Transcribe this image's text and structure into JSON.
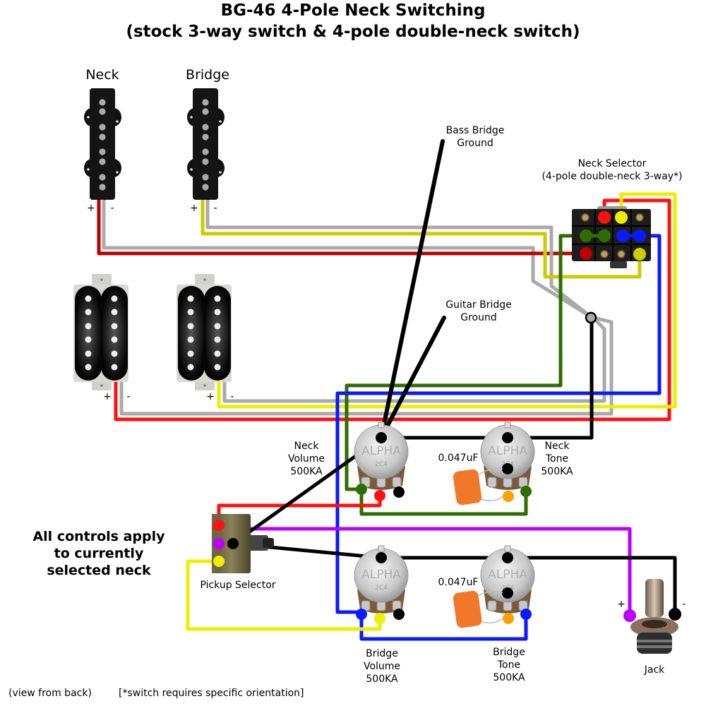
{
  "title": {
    "line1": "BG-46 4-Pole Neck Switching",
    "line2": "(stock 3-way switch & 4-pole double-neck switch)"
  },
  "pickups": {
    "bass_neck": {
      "label": "Neck",
      "plus": "+",
      "minus": "-"
    },
    "bass_bridge": {
      "label": "Bridge",
      "plus": "+",
      "minus": "-"
    },
    "guitar_neck": {
      "plus": "+",
      "minus": "-"
    },
    "guitar_bridge": {
      "plus": "+",
      "minus": "-"
    }
  },
  "labels": {
    "bass_bridge_ground": [
      "Bass Bridge",
      "Ground"
    ],
    "guitar_bridge_ground": [
      "Guitar Bridge",
      "Ground"
    ],
    "neck_selector": [
      "Neck Selector",
      "(4-pole double-neck 3-way*)"
    ],
    "neck_volume": [
      "Neck",
      "Volume",
      "500KA"
    ],
    "neck_tone": [
      "Neck",
      "Tone",
      "500KA"
    ],
    "bridge_volume": [
      "Bridge",
      "Volume",
      "500KA"
    ],
    "bridge_tone": [
      "Bridge",
      "Tone",
      "500KA"
    ],
    "cap_neck": "0.047uF",
    "cap_bridge": "0.047uF",
    "pickup_selector": "Pickup Selector",
    "jack": "Jack",
    "jack_plus": "+",
    "jack_minus": "-",
    "note": [
      "All controls apply",
      "to currently",
      "selected neck"
    ],
    "footer_view": "(view from back)",
    "footer_switch": "[*switch requires specific orientation]",
    "pot_brand": "ALPHA",
    "pot_code": "2C4"
  },
  "colors": {
    "red": "#ff1010",
    "dark_red": "#bb0000",
    "yellow": "#eeee00",
    "olive_yellow": "#cccc00",
    "gray": "#aaaaaa",
    "green": "#2e6e00",
    "blue": "#0a1aff",
    "purple": "#bb00ff",
    "black": "#000000",
    "orange": "#ffa000",
    "cap_orange": "#f07828"
  }
}
